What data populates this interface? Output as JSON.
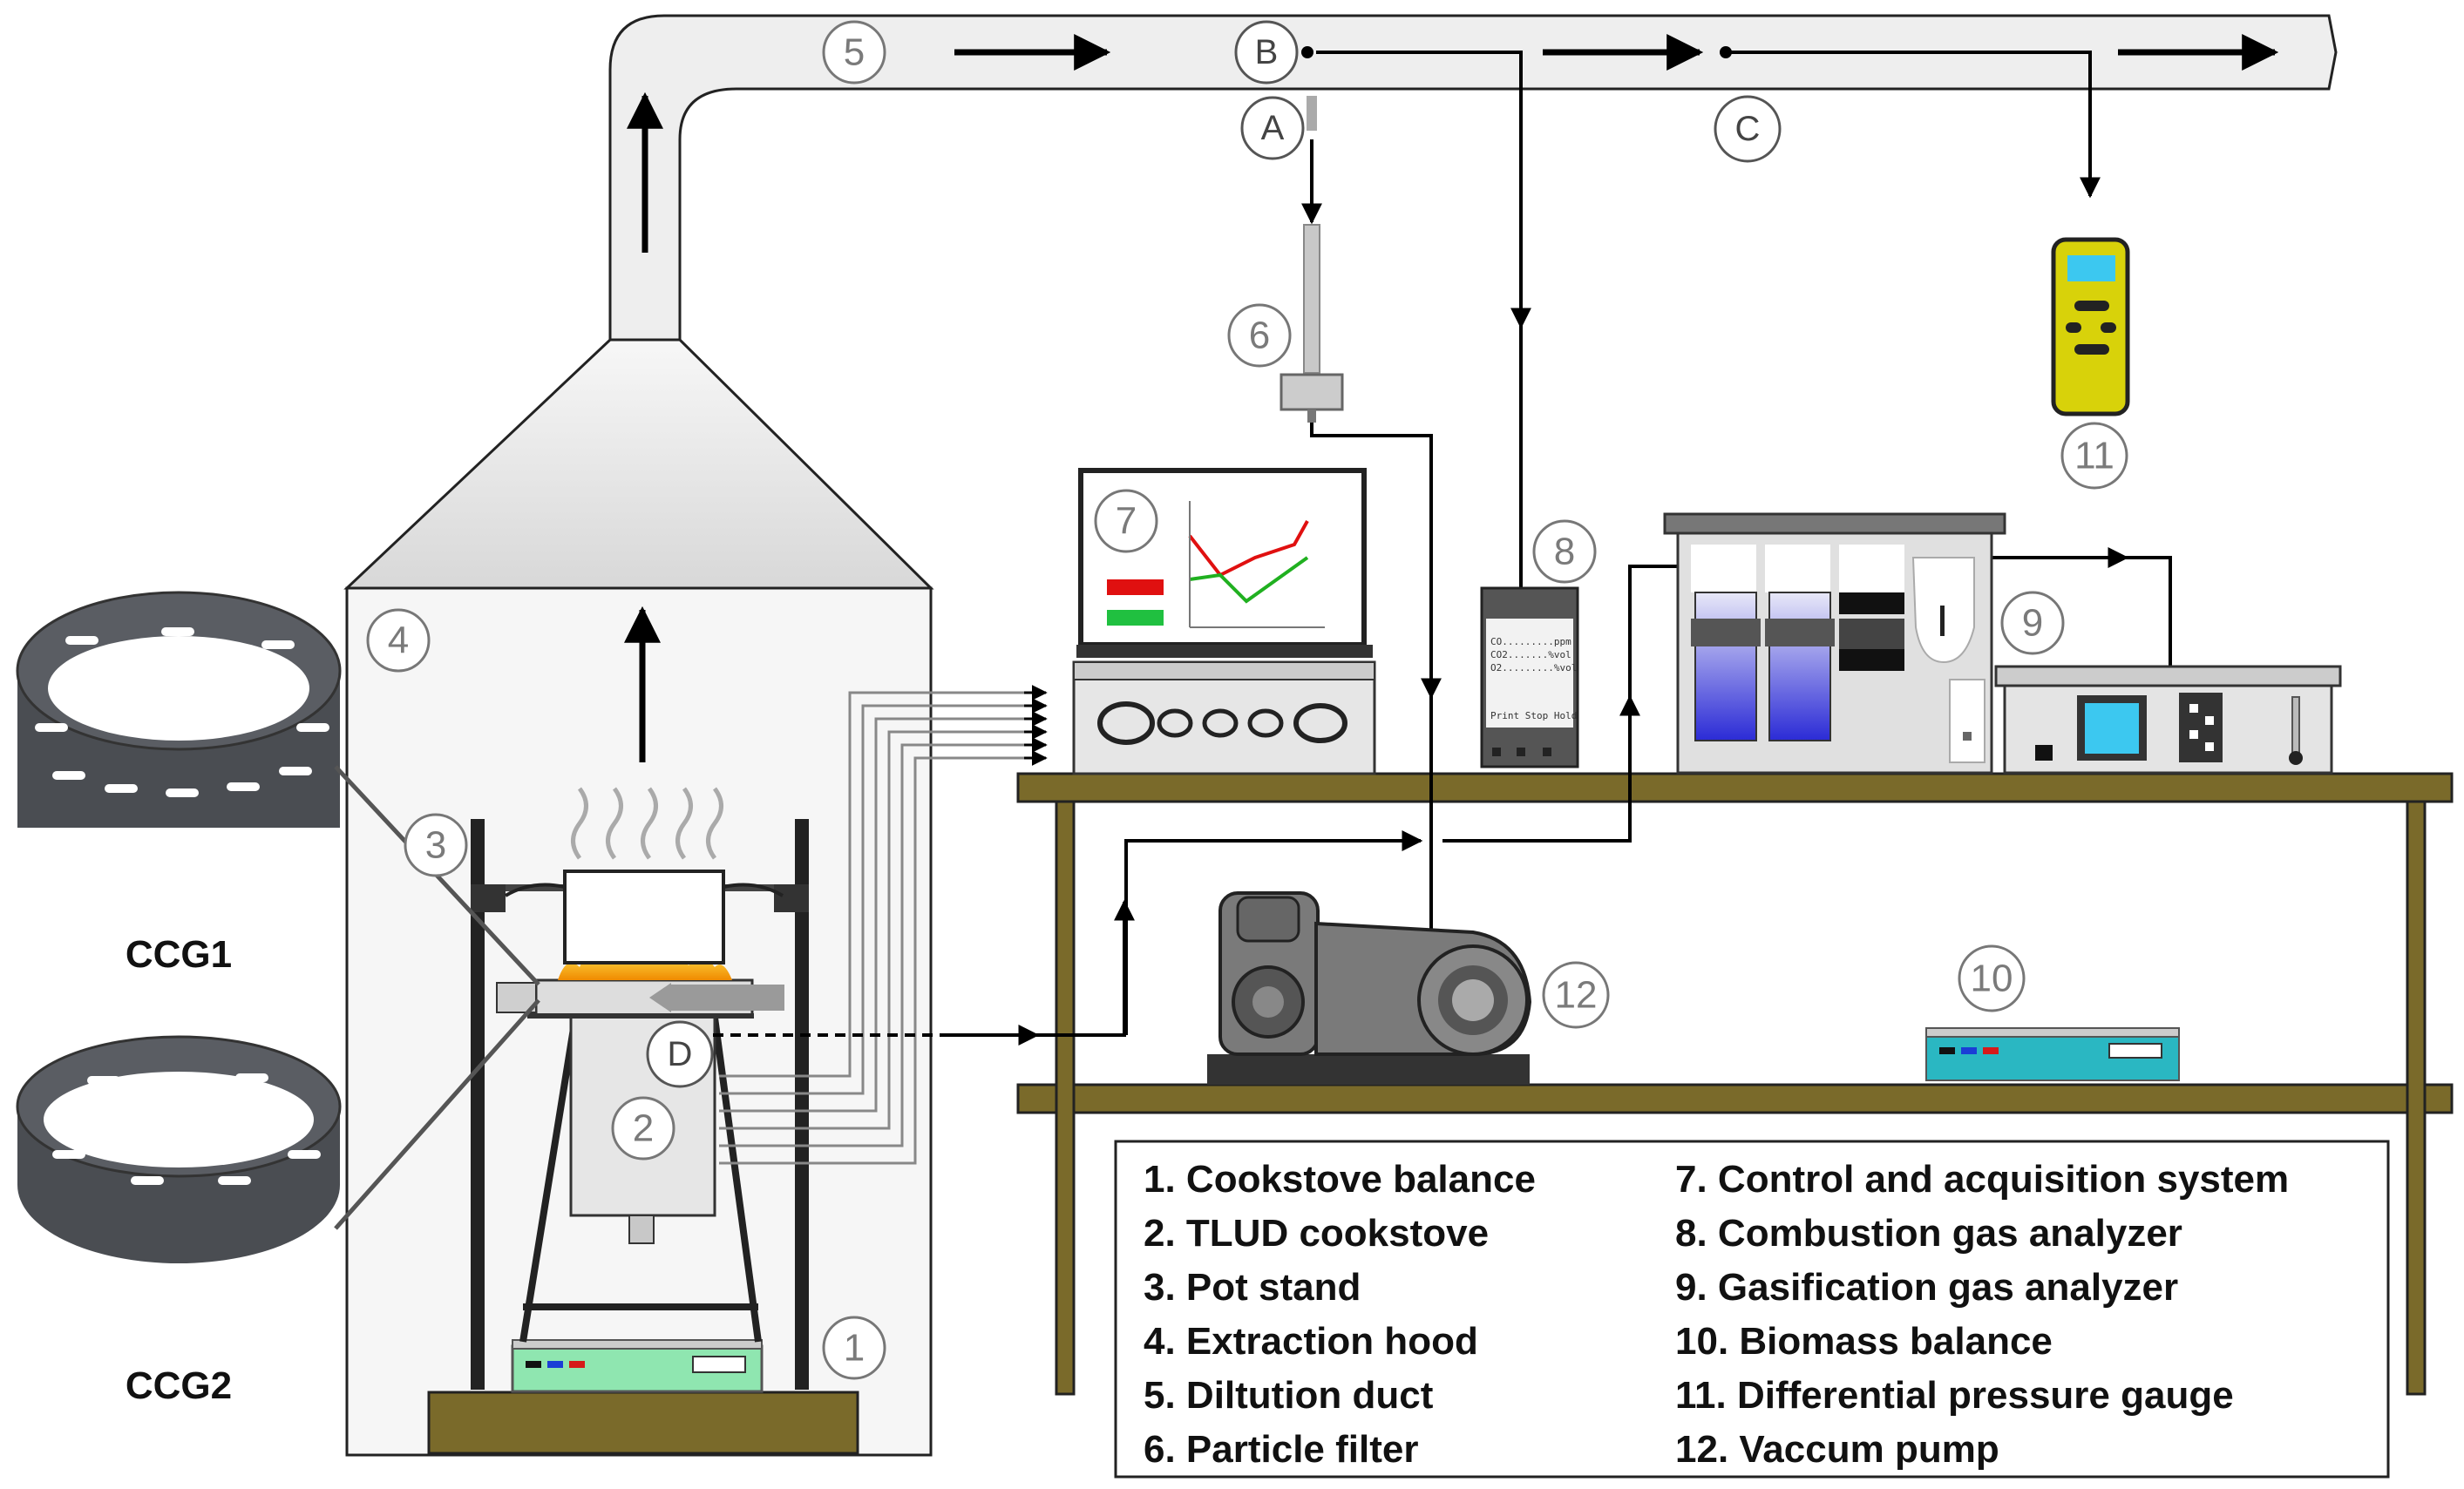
{
  "diagram": {
    "ring_labels": [
      "CCG1",
      "CCG2"
    ],
    "number_markers": {
      "n1": "1",
      "n2": "2",
      "n3": "3",
      "n4": "4",
      "n5": "5",
      "n6": "6",
      "n7": "7",
      "n8": "8",
      "n9": "9",
      "n10": "10",
      "n11": "11",
      "n12": "12"
    },
    "letter_markers": {
      "A": "A",
      "B": "B",
      "C": "C",
      "D": "D"
    },
    "legend_left": [
      "1. Cookstove balance",
      "2. TLUD cookstove",
      "3. Pot stand",
      "4. Extraction hood",
      "5. Diltution duct",
      "6. Particle filter"
    ],
    "legend_right": [
      "7. Control and acquisition system",
      "8. Combustion gas analyzer",
      "9. Gasification gas analyzer",
      "10. Biomass balance",
      "11. Differential pressure gauge",
      "12. Vaccum pump"
    ],
    "colors": {
      "ring": "#4a4d52",
      "hood": "#f2f2f2",
      "table": "#7a6a2a",
      "gauge": "#d8d20a",
      "screen": "#3cc8f0",
      "balance": "#8fe6b0",
      "biomass_balance": "#2ab7c2"
    }
  }
}
